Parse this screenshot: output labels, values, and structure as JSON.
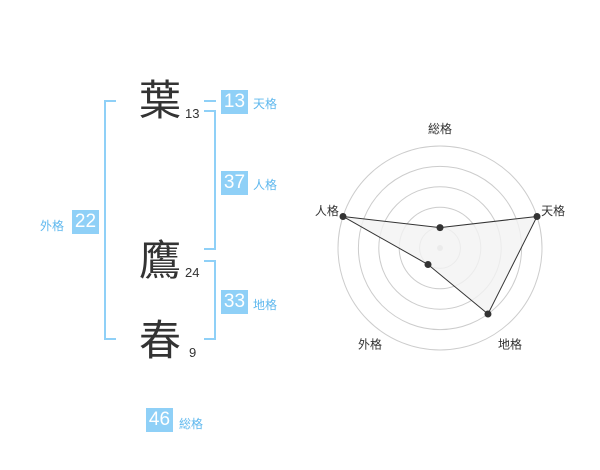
{
  "name": {
    "chars": [
      {
        "char": "葉",
        "strokes": "13"
      },
      {
        "char": "鷹",
        "strokes": "24"
      },
      {
        "char": "春",
        "strokes": "9"
      }
    ]
  },
  "kakusu": {
    "tenkaku": {
      "value": "13",
      "label": "天格"
    },
    "jinkaku": {
      "value": "37",
      "label": "人格"
    },
    "chikaku": {
      "value": "33",
      "label": "地格"
    },
    "gaikaku": {
      "value": "22",
      "label": "外格"
    },
    "soukaku": {
      "value": "46",
      "label": "総格"
    }
  },
  "colors": {
    "accent": "#8fd0f7",
    "accent_text": "#5fb8ee",
    "text": "#333333",
    "radar_fill": "#f2f2f2",
    "ring": "#cccccc"
  },
  "chart_data": {
    "type": "radar",
    "axes": [
      "総格",
      "天格",
      "地格",
      "外格",
      "人格"
    ],
    "levels": 5,
    "range": [
      0,
      5
    ],
    "values": [
      1,
      5,
      4,
      1,
      5
    ]
  }
}
